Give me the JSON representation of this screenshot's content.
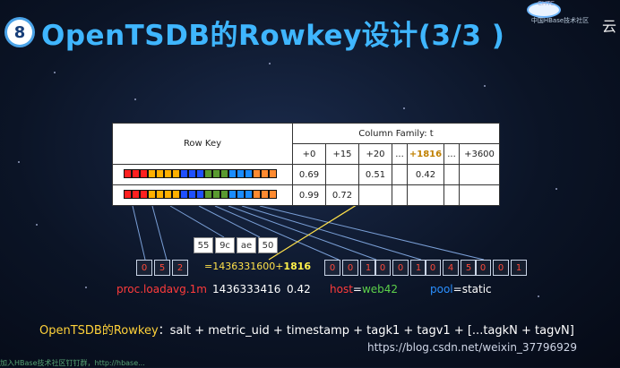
{
  "header": {
    "badge_number": "8",
    "title": "OpenTSDB的Rowkey设计(3/3 )",
    "logo_top": "CHTC",
    "logo_text": "中国HBase技术社区",
    "corner_glyph": "云"
  },
  "table": {
    "rowkey_header": "Row Key",
    "column_family": "Column Family: t",
    "qualifiers": [
      "+0",
      "+15",
      "+20",
      "...",
      "+1816",
      "...",
      "+3600"
    ],
    "rows": [
      [
        "0.69",
        "",
        "0.51",
        "",
        "0.42",
        "",
        ""
      ],
      [
        "0.99",
        "0.72",
        "",
        "",
        "",
        "",
        ""
      ]
    ],
    "rowkey_colors": [
      "#ff2020",
      "#ff2020",
      "#ff2020",
      "#ffb000",
      "#ffb000",
      "#ffb000",
      "#ffb000",
      "#2050ff",
      "#2050ff",
      "#2050ff",
      "#5a9a30",
      "#5a9a30",
      "#5a9a30",
      "#1a8cff",
      "#1a8cff",
      "#1a8cff",
      "#ff8a30",
      "#ff8a30",
      "#ff8a30"
    ]
  },
  "timestamp_bytes": [
    "55",
    "9c",
    "ae",
    "50"
  ],
  "salt_metric_bytes": [
    "0",
    "5",
    "2"
  ],
  "base_ts_text": "=1436331600+",
  "offset_text": "1816",
  "tagk1_bytes": [
    "0",
    "0",
    "1"
  ],
  "tagv1_bytes": [
    "0",
    "0",
    "1"
  ],
  "tagk2_bytes": [
    "0",
    "4",
    "5"
  ],
  "tagv2_bytes": [
    "0",
    "0",
    "1"
  ],
  "sample": {
    "metric": "proc.loadavg.1m",
    "timestamp": "1436333416",
    "value": "0.42",
    "tag1_key": "host",
    "tag1_value": "web42",
    "tag2_key": "pool",
    "tag2_value": "static",
    "eq": "="
  },
  "formula": {
    "label": "OpenTSDB的Rowkey",
    "body": "：salt + metric_uid + timestamp + tagk1 + tagv1 + [...tagkN + tagvN]"
  },
  "credit": "https://blog.csdn.net/weixin_37796929",
  "footer": "加入HBase技术社区钉钉群，http://hbase..."
}
